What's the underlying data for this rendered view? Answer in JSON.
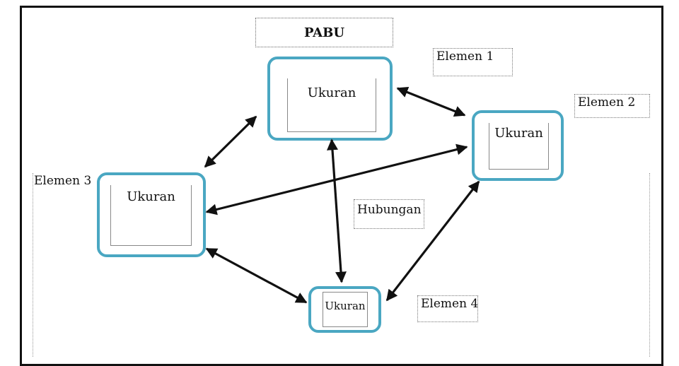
{
  "diagram": {
    "title": "PABU",
    "nodes": [
      {
        "id": "e1",
        "label": "Ukuran",
        "element": "Elemen 1"
      },
      {
        "id": "e2",
        "label": "Ukuran",
        "element": "Elemen 2"
      },
      {
        "id": "e3",
        "label": "Ukuran",
        "element": "Elemen 3"
      },
      {
        "id": "e4",
        "label": "Ukuran",
        "element": "Elemen 4"
      }
    ],
    "relation_label": "Hubungan",
    "edges": [
      {
        "from": "e1",
        "to": "e2"
      },
      {
        "from": "e1",
        "to": "e3"
      },
      {
        "from": "e1",
        "to": "e4"
      },
      {
        "from": "e2",
        "to": "e3"
      },
      {
        "from": "e2",
        "to": "e4"
      },
      {
        "from": "e3",
        "to": "e4"
      }
    ],
    "colors": {
      "node_border": "#4aa7c2",
      "arrow": "#111111"
    }
  }
}
